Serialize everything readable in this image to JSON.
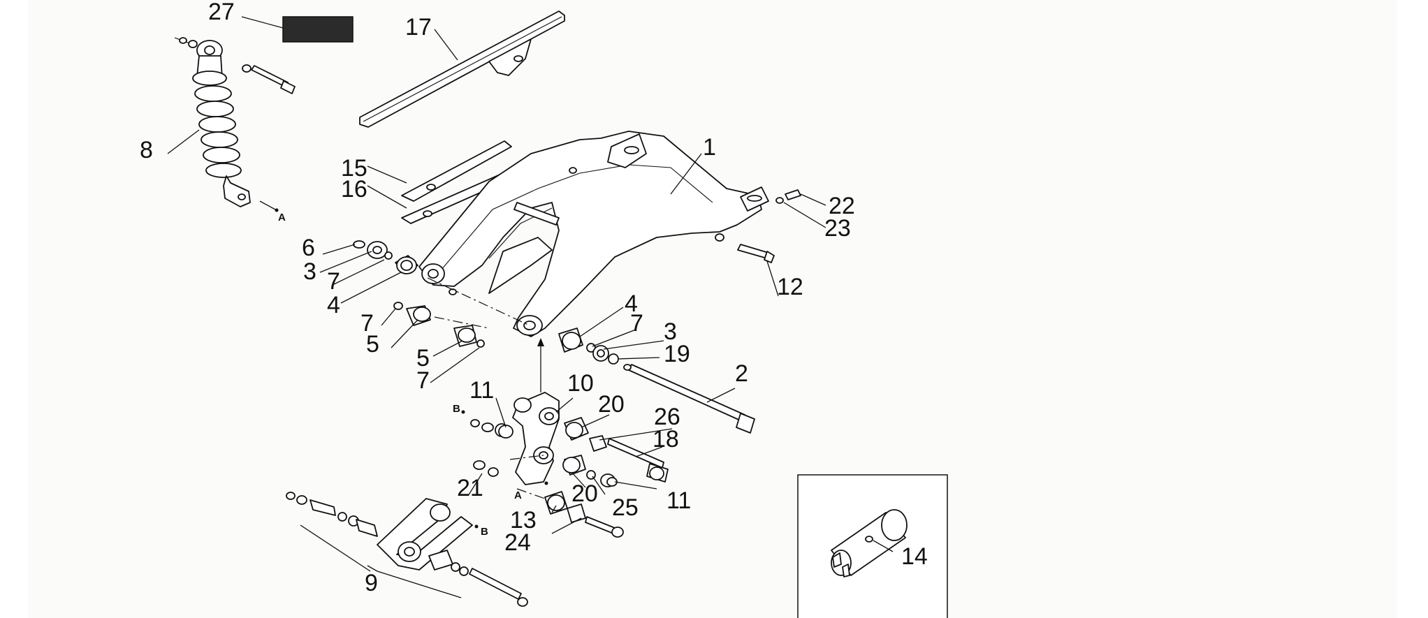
{
  "diagram": {
    "callouts": {
      "c1": "1",
      "c2": "2",
      "c3a": "3",
      "c3b": "3",
      "c4a": "4",
      "c4b": "4",
      "c5a": "5",
      "c5b": "5",
      "c6": "6",
      "c7a": "7",
      "c7b": "7",
      "c7c": "7",
      "c7d": "7",
      "c8": "8",
      "c9": "9",
      "c10": "10",
      "c11a": "11",
      "c11b": "11",
      "c12": "12",
      "c13": "13",
      "c14": "14",
      "c15": "15",
      "c16": "16",
      "c17": "17",
      "c18": "18",
      "c19": "19",
      "c20a": "20",
      "c20b": "20",
      "c21": "21",
      "c22": "22",
      "c23": "23",
      "c24": "24",
      "c25": "25",
      "c26": "26",
      "c27": "27"
    },
    "markers": {
      "a_shock": "A",
      "a_link": "A",
      "b_link": "B",
      "b_lever": "B"
    }
  }
}
